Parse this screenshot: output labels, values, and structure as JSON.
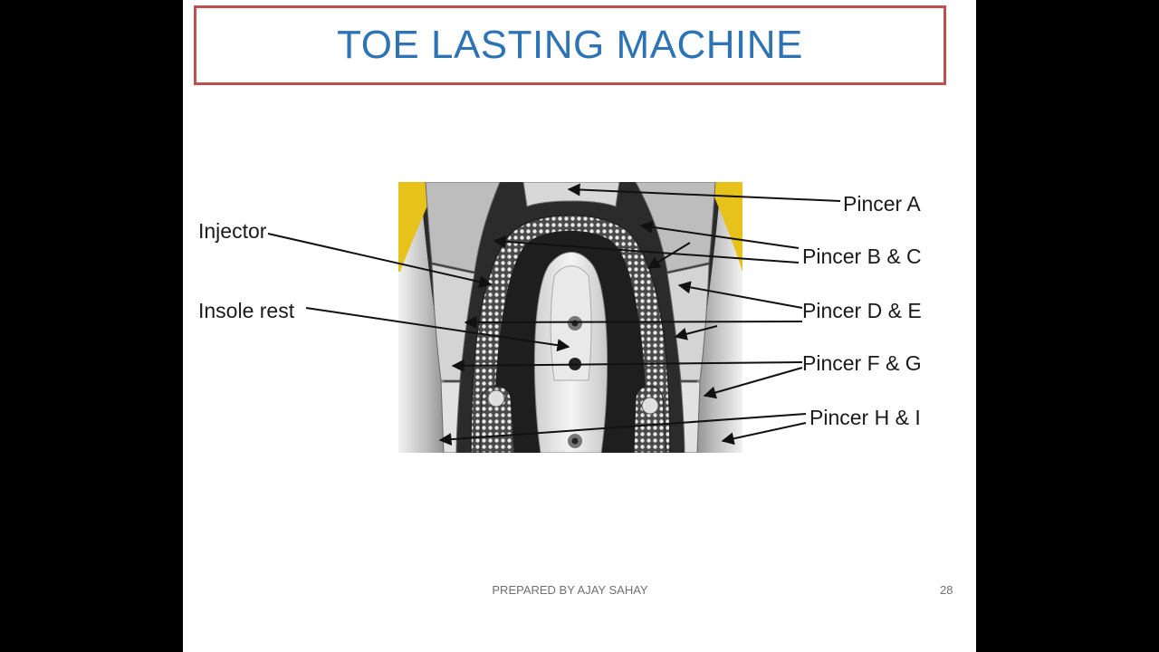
{
  "slide": {
    "title": "TOE LASTING MACHINE",
    "footer": "PREPARED BY AJAY SAHAY",
    "page_number": "28"
  },
  "diagram": {
    "labels": {
      "injector": "Injector",
      "insole_rest": "Insole rest",
      "pincer_a": "Pincer A",
      "pincer_bc": "Pincer B & C",
      "pincer_de": "Pincer D & E",
      "pincer_fg": "Pincer F & G",
      "pincer_hi": "Pincer H & I"
    },
    "colors": {
      "pad_yellow": "#e6c21a",
      "metal": "#c9c9c9",
      "arrow": "#111111"
    }
  }
}
